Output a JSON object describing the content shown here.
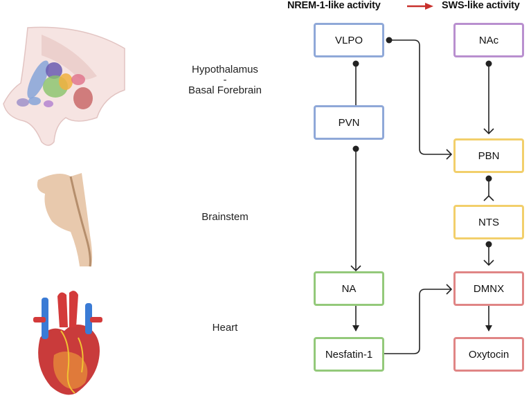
{
  "header": {
    "left": "NREM-1-like activity",
    "right": "SWS-like activity",
    "arrow_color": "#c8302c"
  },
  "regions": {
    "hypothalamus_line1": "Hypothalamus",
    "hypothalamus_dash": "-",
    "hypothalamus_line2": "Basal Forebrain",
    "brainstem": "Brainstem",
    "heart": "Heart"
  },
  "nodes": {
    "vlpo": "VLPO",
    "pvn": "PVN",
    "na": "NA",
    "nesfatin": "Nesfatin-1",
    "nac": "NAc",
    "pbn": "PBN",
    "nts": "NTS",
    "dmnx": "DMNX",
    "oxytocin": "Oxytocin"
  },
  "colors": {
    "blue": "#8fa8d8",
    "green": "#93c97a",
    "purple": "#b98fcf",
    "yellow": "#f2cf6b",
    "red": "#e08585"
  }
}
